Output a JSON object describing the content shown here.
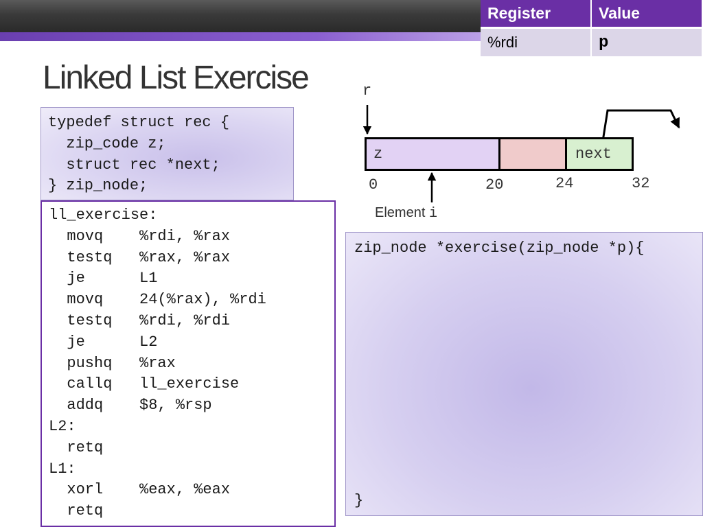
{
  "register_table": {
    "headers": [
      "Register",
      "Value"
    ],
    "rows": [
      {
        "register": "%rdi",
        "value": "p"
      }
    ]
  },
  "page_title": "Linked List Exercise",
  "struct_code": [
    "typedef struct rec {",
    "  zip_code z;",
    "  struct rec *next;",
    "} zip_node;"
  ],
  "asm_code": [
    "ll_exercise:",
    "  movq    %rdi, %rax",
    "  testq   %rax, %rax",
    "  je      L1",
    "  movq    24(%rax), %rdi",
    "  testq   %rdi, %rdi",
    "  je      L2",
    "  pushq   %rax",
    "  callq   ll_exercise",
    "  addq    $8, %rsp",
    "L2:",
    "  retq",
    "L1:",
    "  xorl    %eax, %eax",
    "  retq"
  ],
  "diagram": {
    "pointer_label": "r",
    "fields": [
      "z",
      "",
      "next"
    ],
    "offsets": [
      "0",
      "20",
      "24",
      "32"
    ],
    "element_label": "Element",
    "element_index": "i",
    "colors": {
      "z": "#e2d2f4",
      "padding": "#f0cbcb",
      "next": "#d8f0d0"
    }
  },
  "c_function": {
    "signature": "zip_node *exercise(zip_node *p){",
    "closing": "}"
  },
  "colors": {
    "accent_purple": "#6a2fa5",
    "title_gray": "#333333"
  }
}
